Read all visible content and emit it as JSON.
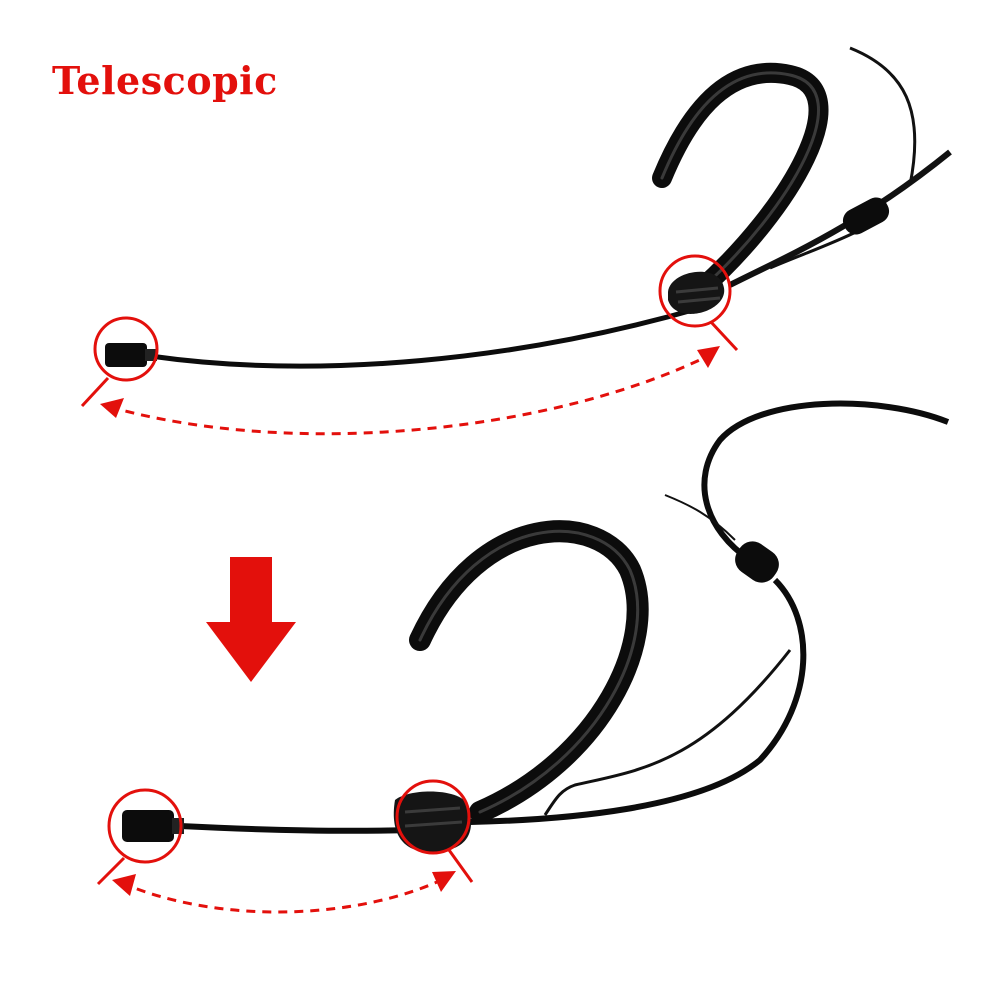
{
  "title": "Telescopic",
  "colors": {
    "accent": "#e3100c",
    "cable": "#111111",
    "background": "#ffffff"
  },
  "figures": [
    {
      "name": "headset-extended"
    },
    {
      "name": "headset-retracted"
    }
  ],
  "icons": [
    "down-arrow-icon",
    "double-arrow-dashed-icon",
    "highlight-circle-icon"
  ]
}
